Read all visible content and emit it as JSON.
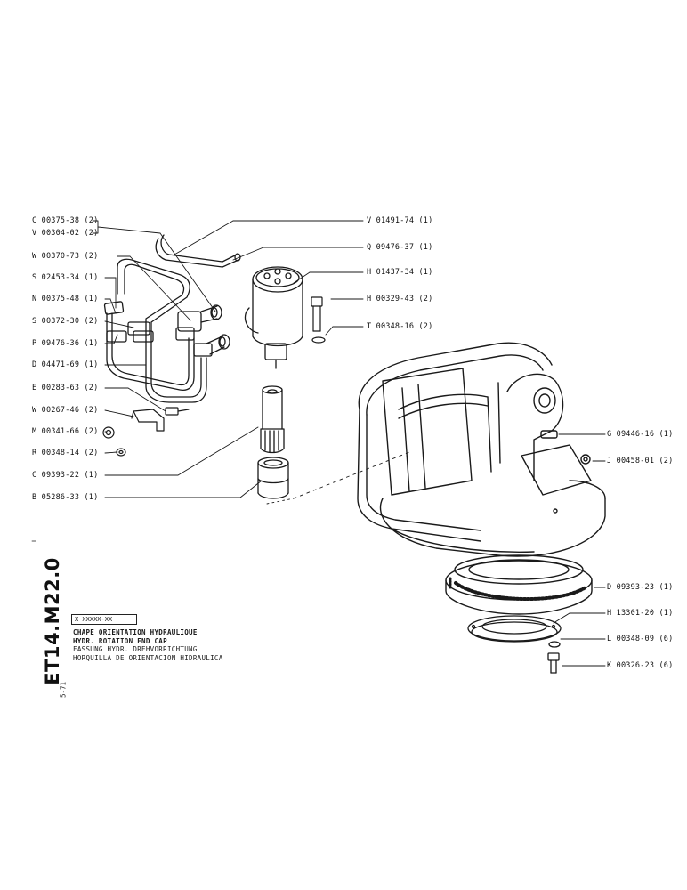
{
  "document_code": "ET14.M22.0",
  "date_code": "5-71",
  "ref_box": "X XXXXX-XX",
  "titles": {
    "fr": "CHAPE ORIENTATION HYDRAULIQUE",
    "en": "HYDR. ROTATION END CAP",
    "de": "FASSUNG HYDR. DREHVORRICHTUNG",
    "es": "HORQUILLA DE ORIENTACION HIDRAULICA"
  },
  "left_labels": [
    "C 00375-38 (2)",
    "V 00304-02 (2)",
    "W 00370-73 (2)",
    "S 02453-34 (1)",
    "N 00375-48 (1)",
    "S 00372-30 (2)",
    "P 09476-36 (1)",
    "D 04471-69 (1)",
    "E 00283-63 (2)",
    "W 00267-46 (2)",
    "M 00341-66 (2)",
    "R 00348-14 (2)",
    "C 09393-22 (1)",
    "B 05286-33 (1)"
  ],
  "right_labels": [
    "V 01491-74 (1)",
    "Q 09476-37 (1)",
    "H 01437-34 (1)",
    "H 00329-43 (2)",
    "T 00348-16 (2)",
    "G 09446-16 (1)",
    "J 00458-01 (2)",
    "D 09393-23 (1)",
    "H 13301-20 (1)",
    "L 00348-09 (6)",
    "K 00326-23 (6)"
  ]
}
